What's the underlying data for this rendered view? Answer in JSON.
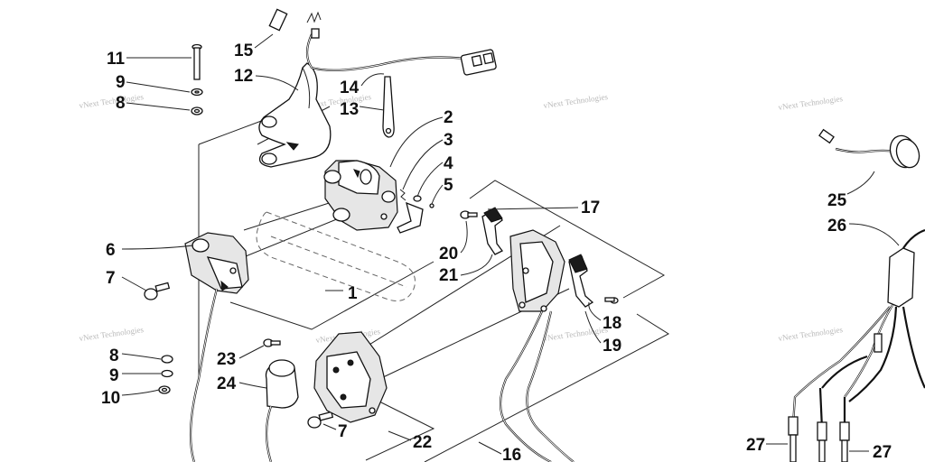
{
  "diagram": {
    "callouts": {
      "c11": "11",
      "c9a": "9",
      "c8a": "8",
      "c15": "15",
      "c12": "12",
      "c14": "14",
      "c13": "13",
      "c2": "2",
      "c3": "3",
      "c4": "4",
      "c5": "5",
      "c17": "17",
      "c6": "6",
      "c7a": "7",
      "c20": "20",
      "c21": "21",
      "c1": "1",
      "c18": "18",
      "c19": "19",
      "c8b": "8",
      "c9b": "9",
      "c10": "10",
      "c23": "23",
      "c24": "24",
      "c7b": "7",
      "c22": "22",
      "c16": "16",
      "c25": "25",
      "c26": "26",
      "c27a": "27",
      "c27b": "27"
    },
    "watermark": "vNext Technologies"
  }
}
